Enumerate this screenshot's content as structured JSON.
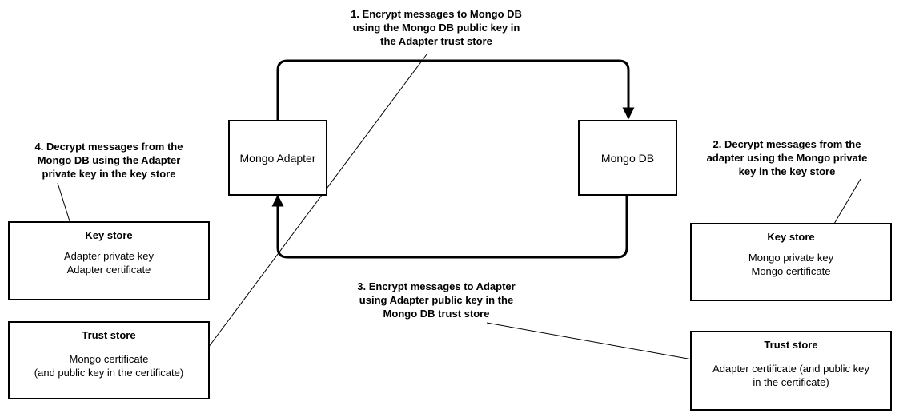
{
  "nodes": {
    "mongo_adapter": "Mongo Adapter",
    "mongo_db": "Mongo DB"
  },
  "stores": {
    "adapter_key_store": {
      "title": "Key store",
      "lines": [
        "Adapter private key",
        "Adapter certificate"
      ]
    },
    "adapter_trust_store": {
      "title": "Trust store",
      "lines": [
        "Mongo certificate",
        "(and public key in the certificate)"
      ]
    },
    "mongo_key_store": {
      "title": "Key store",
      "lines": [
        "Mongo private key",
        "Mongo certificate"
      ]
    },
    "mongo_trust_store": {
      "title": "Trust store",
      "lines": [
        "Adapter certificate (and public key",
        "in the certificate)"
      ]
    }
  },
  "notes": {
    "step1": "1. Encrypt messages to Mongo DB\nusing the Mongo DB public key in\nthe Adapter trust store",
    "step2": "2. Decrypt messages from the\nadapter using the Mongo private\nkey in the key store",
    "step3": "3. Encrypt messages to Adapter\nusing Adapter public key in the\nMongo DB trust store",
    "step4": "4. Decrypt messages from the\nMongo DB using the Adapter\nprivate key in the key store"
  }
}
